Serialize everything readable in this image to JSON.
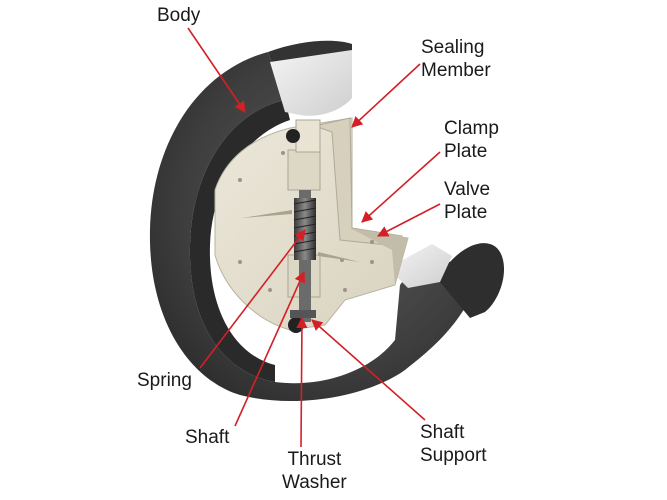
{
  "colors": {
    "body": "#3e3e3e",
    "body_dark": "#262626",
    "plate": "#e4dfcf",
    "plate_shadow": "#c9c3b1",
    "seal": "#e9e9e9",
    "arrow": "#d32027",
    "text": "#1a1a1a"
  },
  "labels": {
    "body": [
      "Body"
    ],
    "sealing_member": [
      "Sealing",
      "Member"
    ],
    "clamp_plate": [
      "Clamp",
      "Plate"
    ],
    "valve_plate": [
      "Valve",
      "Plate"
    ],
    "spring": [
      "Spring"
    ],
    "shaft": [
      "Shaft"
    ],
    "thrust_washer": [
      "Thrust",
      "Washer"
    ],
    "shaft_support": [
      "Shaft",
      "Support"
    ]
  }
}
